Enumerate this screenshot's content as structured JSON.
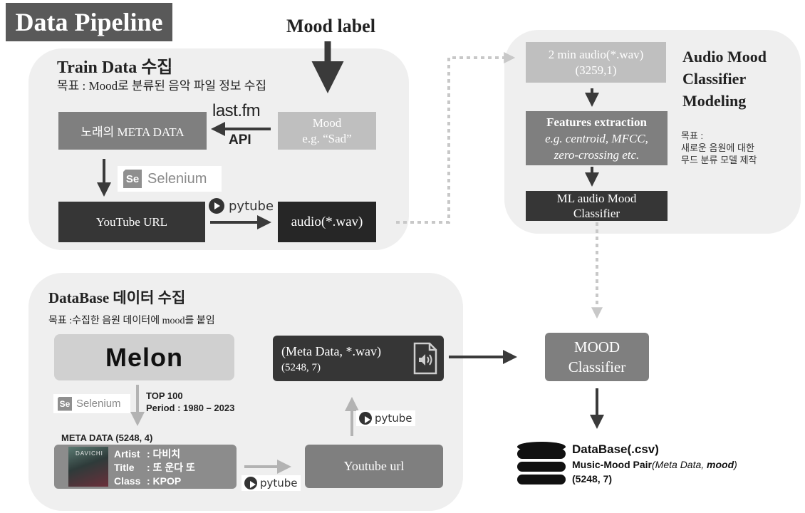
{
  "title": "Data Pipeline",
  "mood_label": "Mood label",
  "train": {
    "heading": "Train Data 수집",
    "goal": "목표 : Mood로 분류된 음악 파일 정보 수집",
    "meta_box": "노래의 META DATA",
    "lastfm": "last.fm",
    "api": "API",
    "mood_line1": "Mood",
    "mood_line2": "e.g. “Sad”",
    "selenium": "Selenium",
    "youtube_url": "YouTube URL",
    "pytube": "pytube",
    "audio": "audio(*.wav)"
  },
  "classifier": {
    "heading_line1": "Audio Mood",
    "heading_line2": "Classifier",
    "heading_line3": "Modeling",
    "audio_line1": "2 min audio(*.wav)",
    "audio_line2": "(3259,1)",
    "features_title": "Features extraction",
    "features_line1": "e.g. centroid, MFCC,",
    "features_line2": "zero-crossing etc.",
    "ml_line1": "ML audio Mood",
    "ml_line2": "Classifier",
    "goal_label": "목표 :",
    "goal_line1": "새로운 음원에 대한",
    "goal_line2": "무드 분류 모델 제작"
  },
  "database": {
    "heading": "DataBase 데이터 수집",
    "goal": "목표 :수집한 음원 데이터에 mood를 붙임",
    "melon": "Melon",
    "selenium": "Selenium",
    "top100": "TOP 100",
    "period": "Period : 1980 – 2023",
    "metadata_label": "META DATA (5248, 4)",
    "album_text": "DAVICHI",
    "artist_key": "Artist",
    "artist_value": ":  다비치",
    "title_key": "Title",
    "title_value": ":  또 운다 또",
    "class_key": "Class",
    "class_value": ":  KPOP",
    "pytube": "pytube",
    "youtube_url": "Youtube url",
    "pytube2": "pytube",
    "combined_line1": "(Meta Data, *.wav)",
    "combined_line2": "(5248, 7)"
  },
  "mood_classifier_line1": "MOOD",
  "mood_classifier_line2": "Classifier",
  "output": {
    "title": "DataBase(.csv)",
    "pair_prefix": "Music-Mood Pair",
    "pair_detail_open": "(Meta Data, ",
    "pair_detail_mood": "mood",
    "pair_detail_close": ")",
    "shape": "(5248, 7)"
  },
  "colors": {
    "panel": "#efefef",
    "dark_box": "#363636",
    "mid_box": "#7f7f7f",
    "light_box": "#bfbfbf",
    "arrow": "#3a3a3a",
    "dotted": "#c8c8c8"
  }
}
